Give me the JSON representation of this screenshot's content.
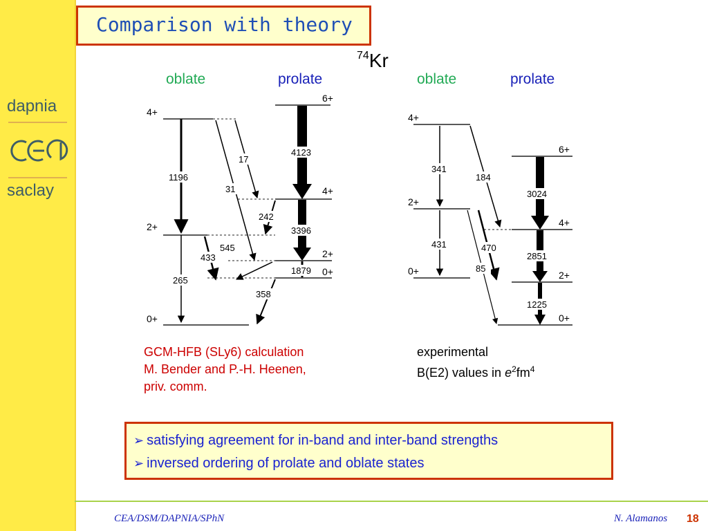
{
  "sidebar": {
    "logo_top": "dapnia",
    "logo_bottom": "saclay"
  },
  "title": "Comparison with theory",
  "nucleus": {
    "mass": "74",
    "symbol": "Kr"
  },
  "headers": {
    "left_oblate": "oblate",
    "left_prolate": "prolate",
    "right_oblate": "oblate",
    "right_prolate": "prolate"
  },
  "left_scheme": {
    "levels": [
      "4+",
      "2+",
      "0+",
      "6+",
      "4+",
      "2+",
      "0+"
    ],
    "transitions": [
      "1196",
      "265",
      "17",
      "31",
      "242",
      "545",
      "433",
      "358",
      "4123",
      "3396",
      "1879"
    ]
  },
  "right_scheme": {
    "levels": [
      "4+",
      "2+",
      "0+",
      "6+",
      "4+",
      "2+",
      "0+"
    ],
    "transitions": [
      "341",
      "431",
      "184",
      "470",
      "85",
      "3024",
      "2851",
      "1225"
    ]
  },
  "caption_left": [
    "GCM-HFB (SLy6) calculation",
    "M. Bender and P.-H. Heenen,",
    "priv. comm."
  ],
  "caption_right": {
    "line1": "experimental",
    "line2_prefix": "B(E2) values in ",
    "e": "e",
    "e_exp": "2",
    "fm": "fm",
    "fm_exp": "4"
  },
  "bullets": [
    "satisfying agreement for in-band and inter-band strengths",
    "inversed ordering of prolate and oblate states"
  ],
  "footer": {
    "left": "CEA/DSM/DAPNIA/SPhN",
    "right": "N. Alamanos",
    "page": "18"
  }
}
